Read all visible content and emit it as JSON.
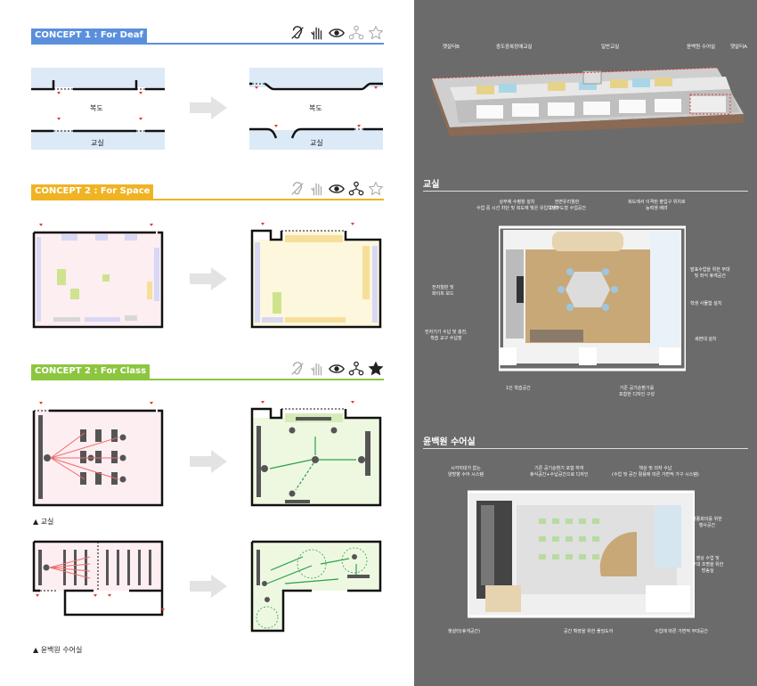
{
  "concepts": [
    {
      "tag": "CONCEPT 1",
      "sub": " : For Deaf",
      "color": "#5b8fdc"
    },
    {
      "tag": "CONCEPT 2",
      "sub": " : For Space",
      "color": "#f0b323"
    },
    {
      "tag": "CONCEPT 2",
      "sub": " : For Class",
      "color": "#8cc63f"
    }
  ],
  "labels": {
    "corridor": "복도",
    "classroom": "교실",
    "caption1": "▲ 교실",
    "caption2": "▲ 윤백원 수어실"
  },
  "right": {
    "top_labels": [
      "햇살터B",
      "중도중복장애교실",
      "일반교실",
      "윤백원 수어실",
      "햇살터A"
    ],
    "section1": "교실",
    "section2": "윤백원 수어실",
    "ann1": [
      "상부에 수평창 설치\n수업 중 시선 차단 및 복도에 빛은 유입 고려",
      "전면유리월판\n학생주도형 수업공간",
      "복도에서 이격된 출입구 위치로\n능력생 배려",
      "발표수업을 위한 무대\n및 좌식 휴게공간",
      "학생 사물함 설치",
      "전자칠판 및\n화이트 보드",
      "세면대 설치",
      "전자기기 수납 및 충전,\n학습 교구 수납장",
      "1인 학습공간",
      "기존 공기순환기를\n포함한 디자인 구성"
    ],
    "ann2": [
      "시각지대가 없는\n양방향 수어 시스템",
      "기존 공기순환기 포함 하여\n휴식공간+수납공간으로 디자인",
      "책상 및 의자 수납\n(수업 및 공간 활용에 따른 가변적 가구 시스템)",
      "각종회의를 위한\n행사공간",
      "영상 수업 및\n무대 조명을 위한\n방송실",
      "햇살터(휴게공간)",
      "공간 확장을 위한 폴딩도어",
      "수업에 따른 가변적 무대공간"
    ]
  }
}
